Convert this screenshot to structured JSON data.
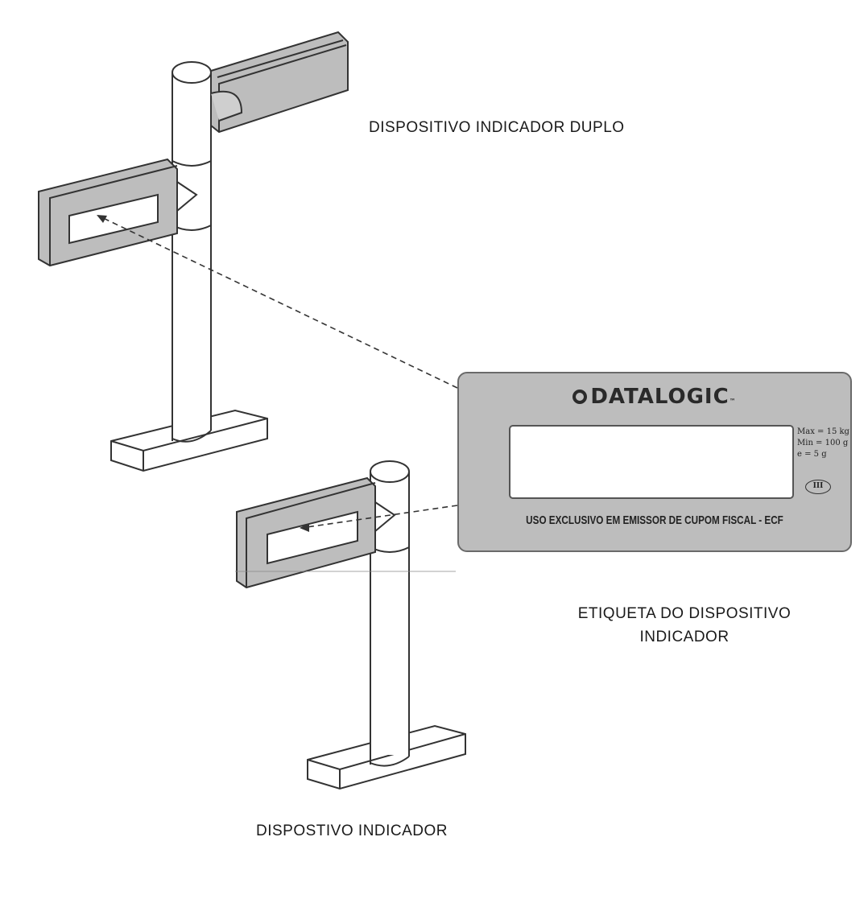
{
  "captions": {
    "dual_indicator": "DISPOSITIVO INDICADOR DUPLO",
    "label_title_line1": "ETIQUETA DO DISPOSITIVO",
    "label_title_line2": "INDICADOR",
    "single_indicator": "DISPOSTIVO INDICADOR"
  },
  "label": {
    "brand": "DATALOGIC",
    "trademark": "™",
    "specs": [
      "Max = 15 kg",
      "Min = 100 g",
      "e = 5 g"
    ],
    "cert_mark": "III",
    "footer": "USO EXCLUSIVO EM  EMISSOR DE CUPOM FISCAL - ECF"
  },
  "colors": {
    "panel_fill": "#bdbdbd",
    "stroke": "#333333",
    "label_fill": "#bdbdbd"
  }
}
